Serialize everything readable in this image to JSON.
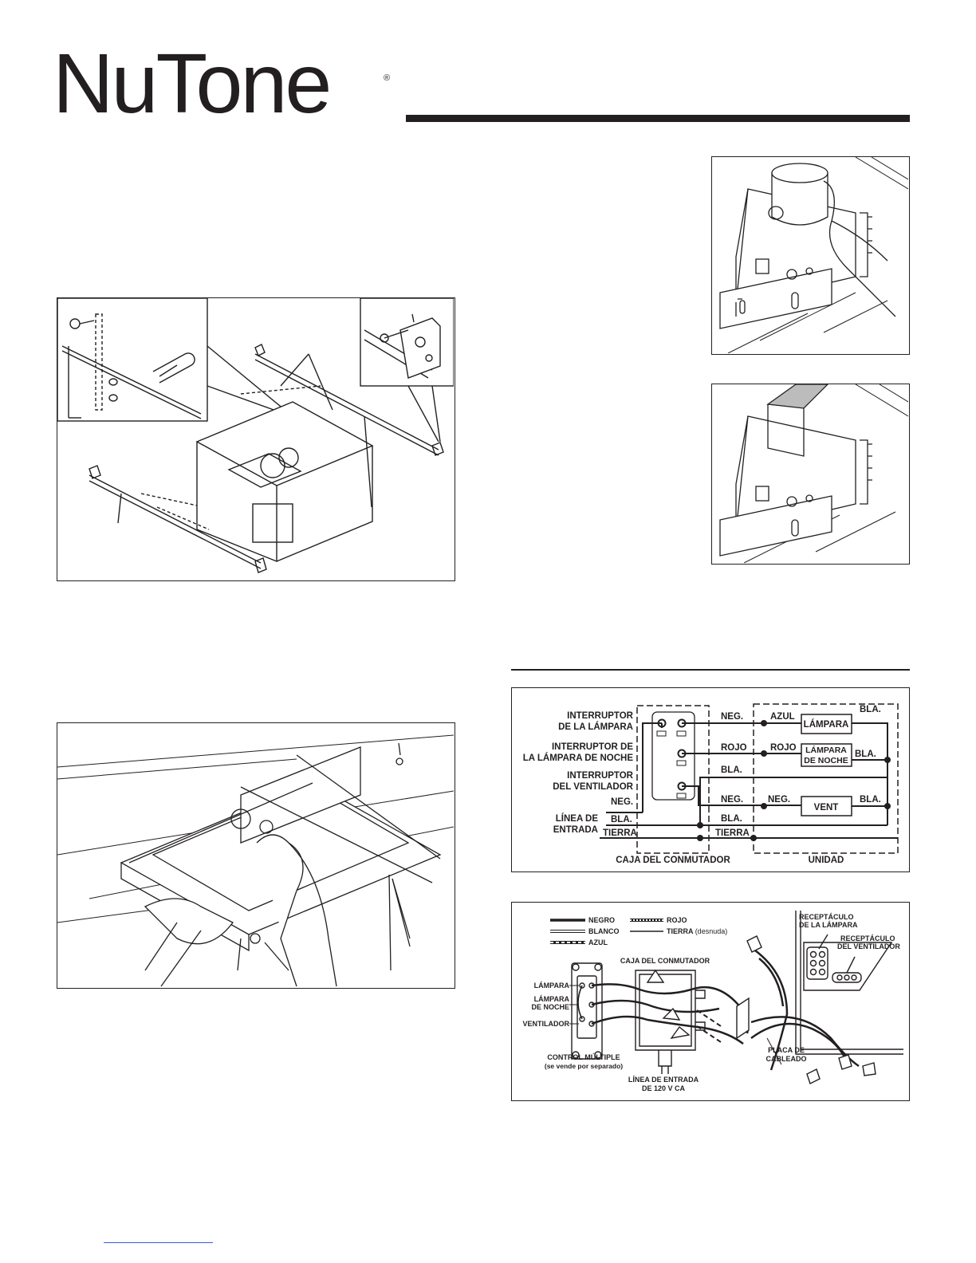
{
  "brand": {
    "name": "NuTone",
    "registered_mark": "®"
  },
  "schematic": {
    "switch_lamp_1": "INTERRUPTOR",
    "switch_lamp_2": "DE LA LÁMPARA",
    "switch_night_1": "INTERRUPTOR DE",
    "switch_night_2": "LA LÁMPARA DE NOCHE",
    "switch_fan_1": "INTERRUPTOR",
    "switch_fan_2": "DEL VENTILADOR",
    "line_in_1": "LÍNEA DE",
    "line_in_2": "ENTRADA",
    "neg": "NEG.",
    "bla": "BLA.",
    "tierra": "TIERRA",
    "azul": "AZUL",
    "rojo": "ROJO",
    "lampara": "LÁMPARA",
    "lampara_noche_1": "LÁMPARA",
    "lampara_noche_2": "DE NOCHE",
    "vent": "VENT",
    "switch_box": "CAJA DEL CONMUTADOR",
    "unit": "UNIDAD"
  },
  "pictorial": {
    "legend_black": "NEGRO",
    "legend_white": "BLANCO",
    "legend_blue": "AZUL",
    "legend_red": "ROJO",
    "legend_ground": "TIERRA",
    "legend_ground_note": "(desnuda)",
    "lamp_receptacle_1": "RECEPTÁCULO",
    "lamp_receptacle_2": "DE LA LÁMPARA",
    "fan_receptacle_1": "RECEPTÁCULO",
    "fan_receptacle_2": "DEL VENTILADOR",
    "switch_box": "CAJA DEL CONMUTADOR",
    "lampara": "LÁMPARA",
    "lampara_noche_1": "LÁMPARA",
    "lampara_noche_2": "DE NOCHE",
    "ventilador": "VENTILADOR",
    "multi_control_1": "CONTROL MÚLTIPLE",
    "multi_control_2": "(se vende por separado)",
    "line_in_1": "LÍNEA DE ENTRADA",
    "line_in_2": "DE 120 V CA",
    "wiring_plate_1": "PLACA DE",
    "wiring_plate_2": "CABLEADO"
  }
}
